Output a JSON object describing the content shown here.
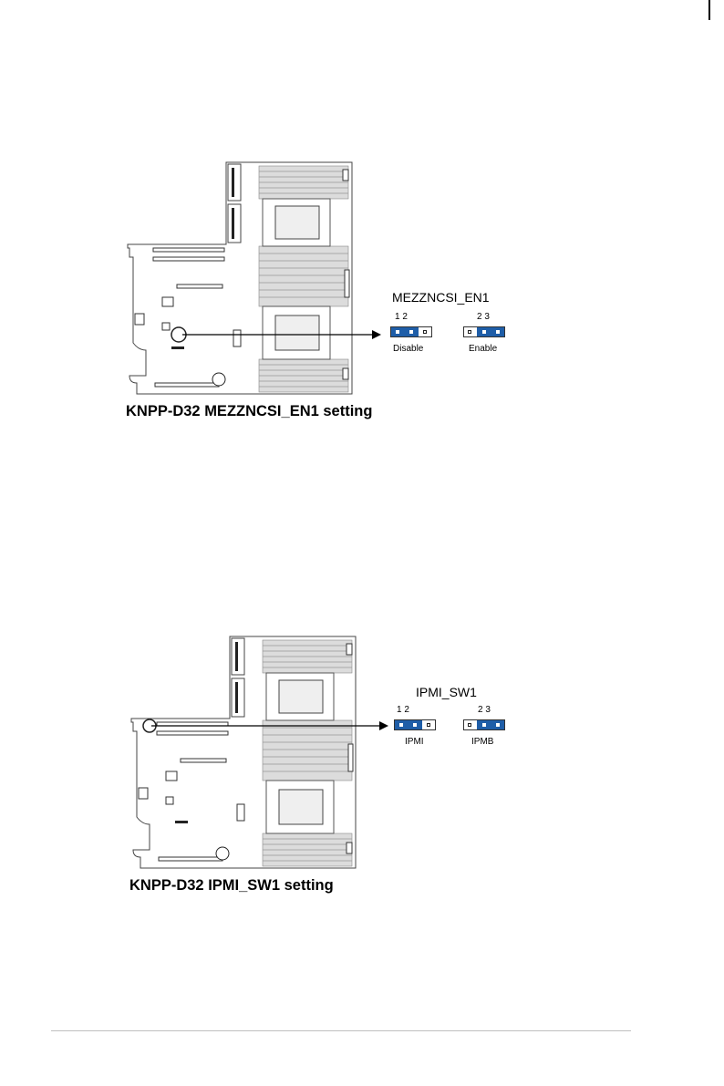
{
  "figure1": {
    "caption": "KNPP-D32 MEZZNCSI_EN1 setting",
    "jumper_name": "MEZZNCSI_EN1",
    "left": {
      "pins": "1  2",
      "label": "Disable"
    },
    "right": {
      "pins": "2  3",
      "label": "Enable"
    }
  },
  "figure2": {
    "caption": "KNPP-D32 IPMI_SW1 setting",
    "jumper_name": "IPMI_SW1",
    "left": {
      "pins": "1  2",
      "label": "IPMI"
    },
    "right": {
      "pins": "2  3",
      "label": "IPMB"
    }
  },
  "colors": {
    "jumper_cap": "#1f5ea8"
  }
}
